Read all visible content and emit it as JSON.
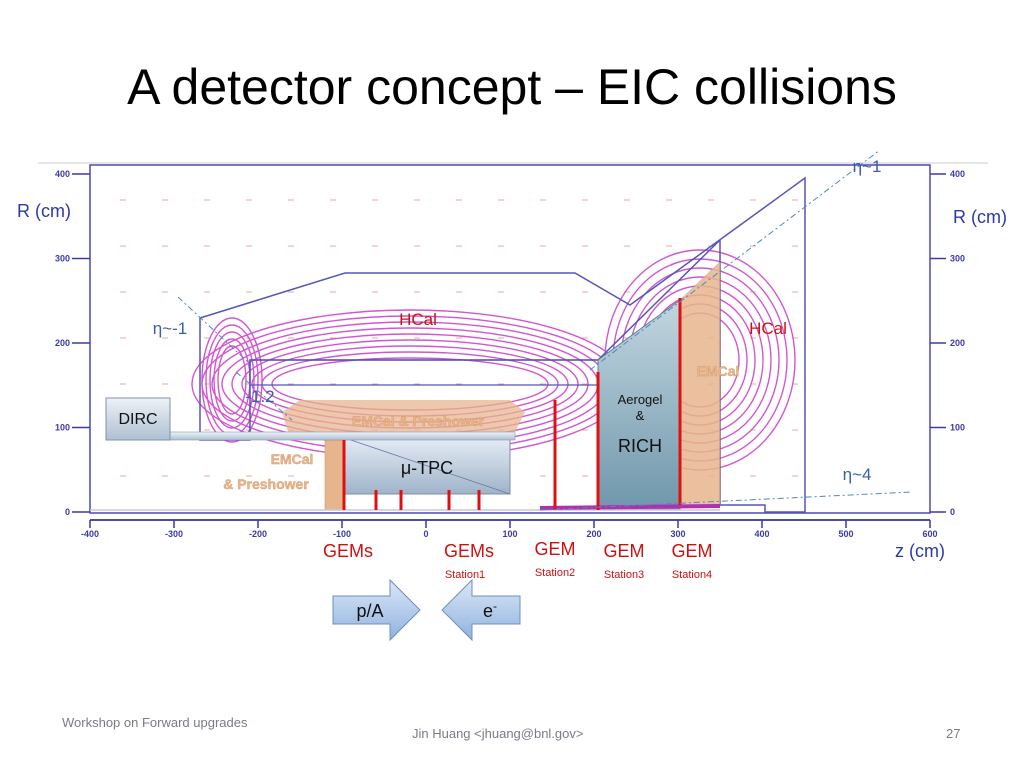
{
  "title": "A detector concept – EIC collisions",
  "footer": {
    "left": "Workshop on Forward upgrades",
    "center": "Jin Huang <jhuang@bnl.gov>",
    "page": "27"
  },
  "axes": {
    "y_left_label": "R (cm)",
    "y_right_label": "R (cm)",
    "x_label": "z (cm)",
    "x_ticks": [
      "-400",
      "-300",
      "-200",
      "-100",
      "0",
      "100",
      "200",
      "300",
      "400",
      "500",
      "600"
    ],
    "y_ticks": [
      "0",
      "100",
      "200",
      "300",
      "400"
    ],
    "x_range": [
      -400,
      600
    ],
    "y_range": [
      0,
      400
    ]
  },
  "labels": {
    "eta_1": "η~1",
    "eta_minus1": "η~-1",
    "eta_minus1_2": "-1.2",
    "eta_4": "η~4",
    "hcal_center": "HCal",
    "hcal_right": "HCal",
    "emcal_right": "EMCal",
    "emcal_preshower_top": "EMCal & Preshower",
    "emcal_left_line1": "EMCal",
    "emcal_left_line2": "& Preshower",
    "dirc": "DIRC",
    "tpc": "μ-TPC",
    "aerogel": "Aerogel",
    "aerogel_amp": "&",
    "rich": "RICH"
  },
  "gem_labels": [
    {
      "name": "GEMs",
      "sub": ""
    },
    {
      "name": "GEMs",
      "sub": "Station1"
    },
    {
      "name": "GEM",
      "sub": "Station2"
    },
    {
      "name": "GEM",
      "sub": "Station3"
    },
    {
      "name": "GEM",
      "sub": "Station4"
    }
  ],
  "beams": {
    "proton": "p/A",
    "electron": "e",
    "electron_sup": "-"
  },
  "colors": {
    "axis": "#3a3aa8",
    "field_lines": "#cc44cc",
    "gem": "#e01010",
    "emcal": "#e7b58d",
    "rich": "#7ea7bb",
    "label_blue": "#3a5fa8",
    "label_red": "#cc1111"
  }
}
